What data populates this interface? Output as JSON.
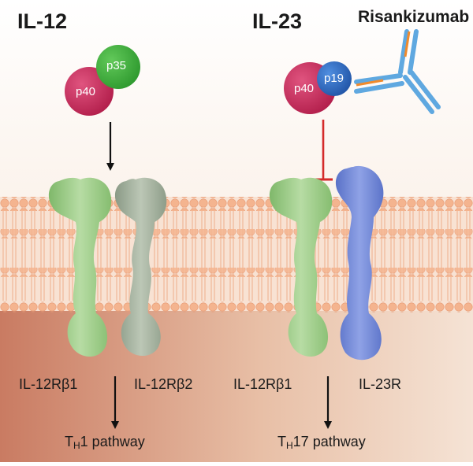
{
  "panels": [
    {
      "title": "IL-12",
      "cytokine": {
        "large_subunit": "p40",
        "small_subunit": "p35"
      },
      "receptor_left": "IL-12Rβ1",
      "receptor_right": "IL-12Rβ2",
      "pathway": {
        "prefix": "T",
        "subscript": "H",
        "suffix": "1 pathway"
      }
    },
    {
      "title": "IL-23",
      "cytokine": {
        "large_subunit": "p40",
        "small_subunit": "p19"
      },
      "receptor_left": "IL-12Rβ1",
      "receptor_right": "IL-23R",
      "pathway": {
        "prefix": "T",
        "subscript": "H",
        "suffix": "17 pathway"
      },
      "inhibitor": "Risankizumab"
    }
  ],
  "colors": {
    "p40": "#c8285a",
    "p35": "#3fae3c",
    "p19": "#2f6cc0",
    "receptor_green": "#98c883",
    "receptor_grey": "#9fae9a",
    "receptor_blue": "#6f86d6",
    "antibody": "#5fa8e0",
    "antibody_accent": "#f08a2c",
    "block": "#d42a2a",
    "membrane": "#f3b797"
  }
}
